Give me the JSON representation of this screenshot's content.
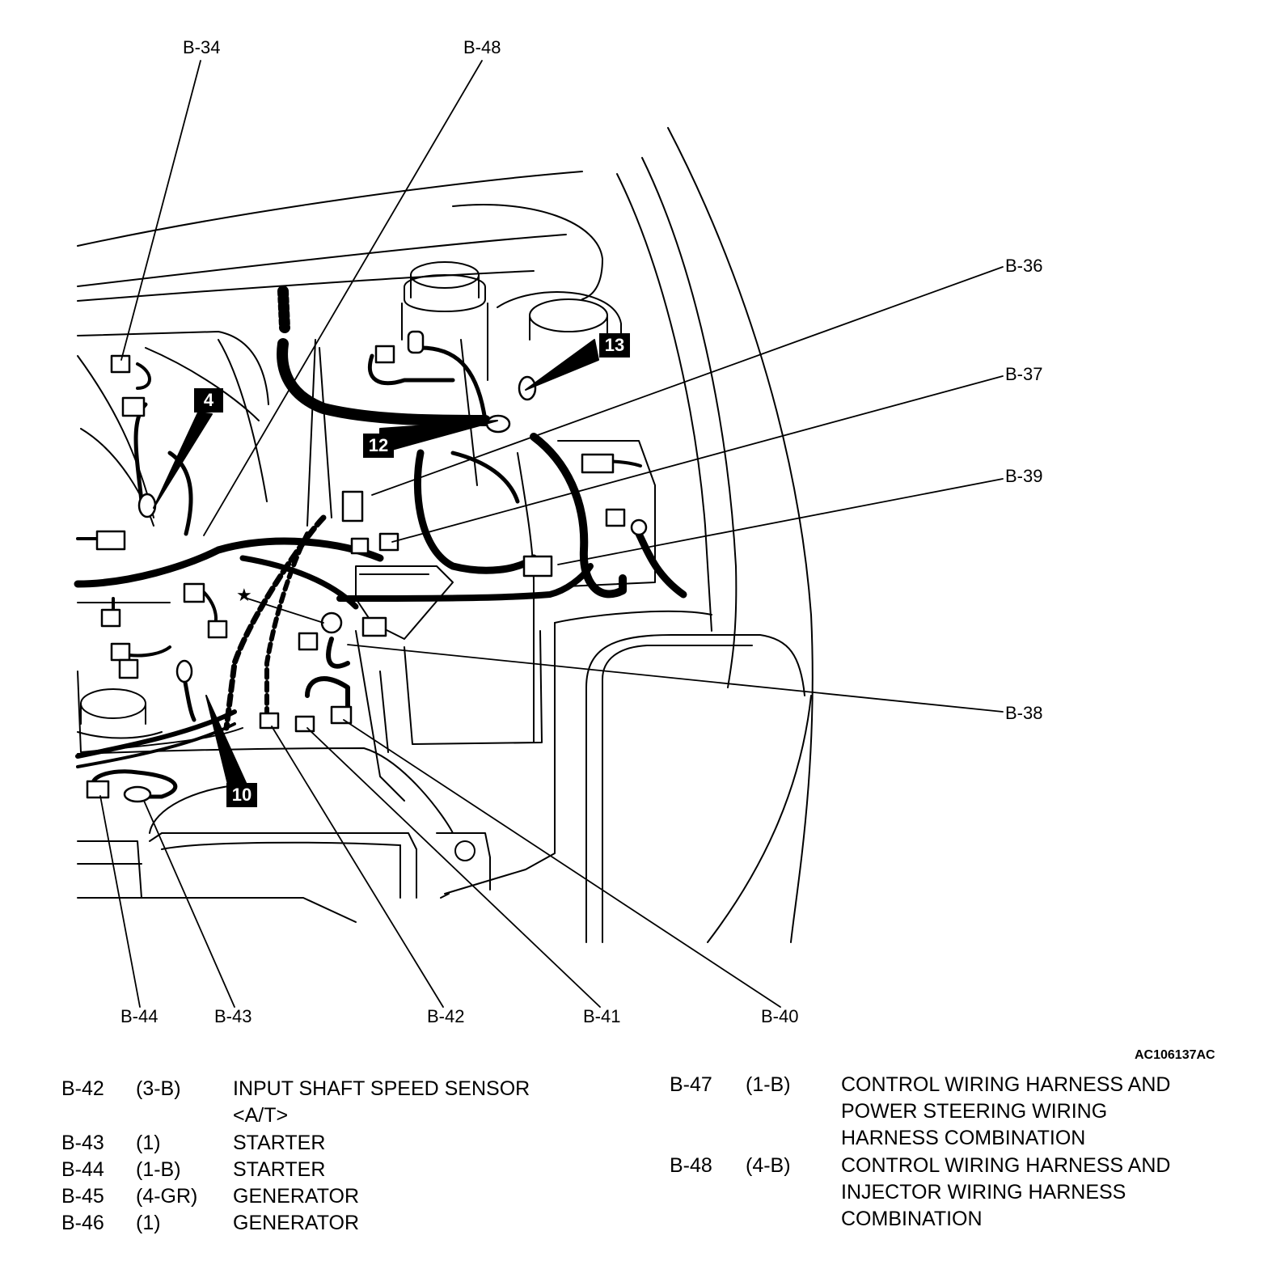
{
  "callouts": {
    "b34": "B-34",
    "b48": "B-48",
    "b36": "B-36",
    "b37": "B-37",
    "b39": "B-39",
    "b38": "B-38",
    "b44": "B-44",
    "b43": "B-43",
    "b42": "B-42",
    "b41": "B-41",
    "b40": "B-40"
  },
  "ground_numbers": {
    "n4": "4",
    "n10": "10",
    "n12": "12",
    "n13": "13"
  },
  "star_symbol": "★",
  "figure_id": "AC106137AC",
  "legend_left": [
    {
      "code": "B-42",
      "spec": "(3-B)",
      "desc": [
        "INPUT SHAFT SPEED SENSOR",
        "<A/T>"
      ]
    },
    {
      "code": "B-43",
      "spec": "(1)",
      "desc": [
        "STARTER"
      ]
    },
    {
      "code": "B-44",
      "spec": "(1-B)",
      "desc": [
        "STARTER"
      ]
    },
    {
      "code": "B-45",
      "spec": "(4-GR)",
      "desc": [
        "GENERATOR"
      ]
    },
    {
      "code": "B-46",
      "spec": "(1)",
      "desc": [
        "GENERATOR"
      ]
    }
  ],
  "legend_right": [
    {
      "code": "B-47",
      "spec": "(1-B)",
      "desc": [
        "CONTROL WIRING HARNESS AND",
        "POWER STEERING WIRING",
        "HARNESS COMBINATION"
      ]
    },
    {
      "code": "B-48",
      "spec": "(4-B)",
      "desc": [
        "CONTROL WIRING HARNESS AND",
        "INJECTOR WIRING HARNESS",
        "COMBINATION"
      ]
    }
  ]
}
